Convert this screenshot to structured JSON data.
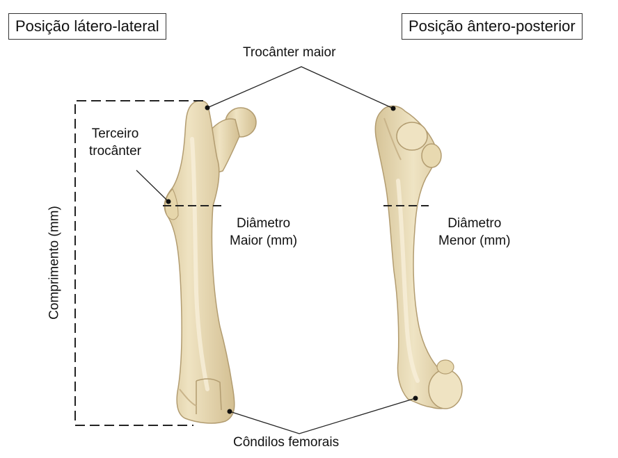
{
  "titles": {
    "lateral": "Posição látero-lateral",
    "anteroposterior": "Posição ântero-posterior"
  },
  "labels": {
    "greater_trochanter": "Trocânter maior",
    "third_trochanter_line1": "Terceiro",
    "third_trochanter_line2": "trocânter",
    "length": "Comprimento (mm)",
    "major_diameter_line1": "Diâmetro",
    "major_diameter_line2": "Maior (mm)",
    "minor_diameter_line1": "Diâmetro",
    "minor_diameter_line2": "Menor (mm)",
    "femoral_condyles": "Côndilos femorais"
  },
  "colors": {
    "bone_fill": "#eadcb4",
    "bone_shade": "#c9b48a",
    "bone_outline": "#b29c70",
    "line": "#222222"
  }
}
